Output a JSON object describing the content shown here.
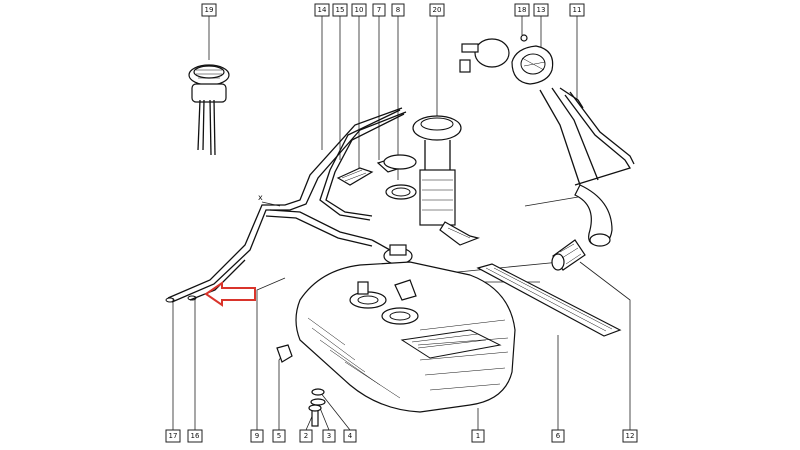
{
  "diagram": {
    "callouts": [
      {
        "id": "c19",
        "label": "19"
      },
      {
        "id": "c14",
        "label": "14"
      },
      {
        "id": "c15",
        "label": "15"
      },
      {
        "id": "c10",
        "label": "10"
      },
      {
        "id": "c7",
        "label": "7"
      },
      {
        "id": "c8",
        "label": "8"
      },
      {
        "id": "c20",
        "label": "20"
      },
      {
        "id": "c18",
        "label": "18"
      },
      {
        "id": "c13",
        "label": "13"
      },
      {
        "id": "c11",
        "label": "11"
      },
      {
        "id": "c17",
        "label": "17"
      },
      {
        "id": "c16",
        "label": "16"
      },
      {
        "id": "c9",
        "label": "9"
      },
      {
        "id": "c5",
        "label": "5"
      },
      {
        "id": "c2",
        "label": "2"
      },
      {
        "id": "c3",
        "label": "3"
      },
      {
        "id": "c4",
        "label": "4"
      },
      {
        "id": "c1",
        "label": "1"
      },
      {
        "id": "c6",
        "label": "6"
      },
      {
        "id": "c12",
        "label": "12"
      }
    ],
    "x_marker": "x",
    "arrow_color": "#d9342b"
  }
}
